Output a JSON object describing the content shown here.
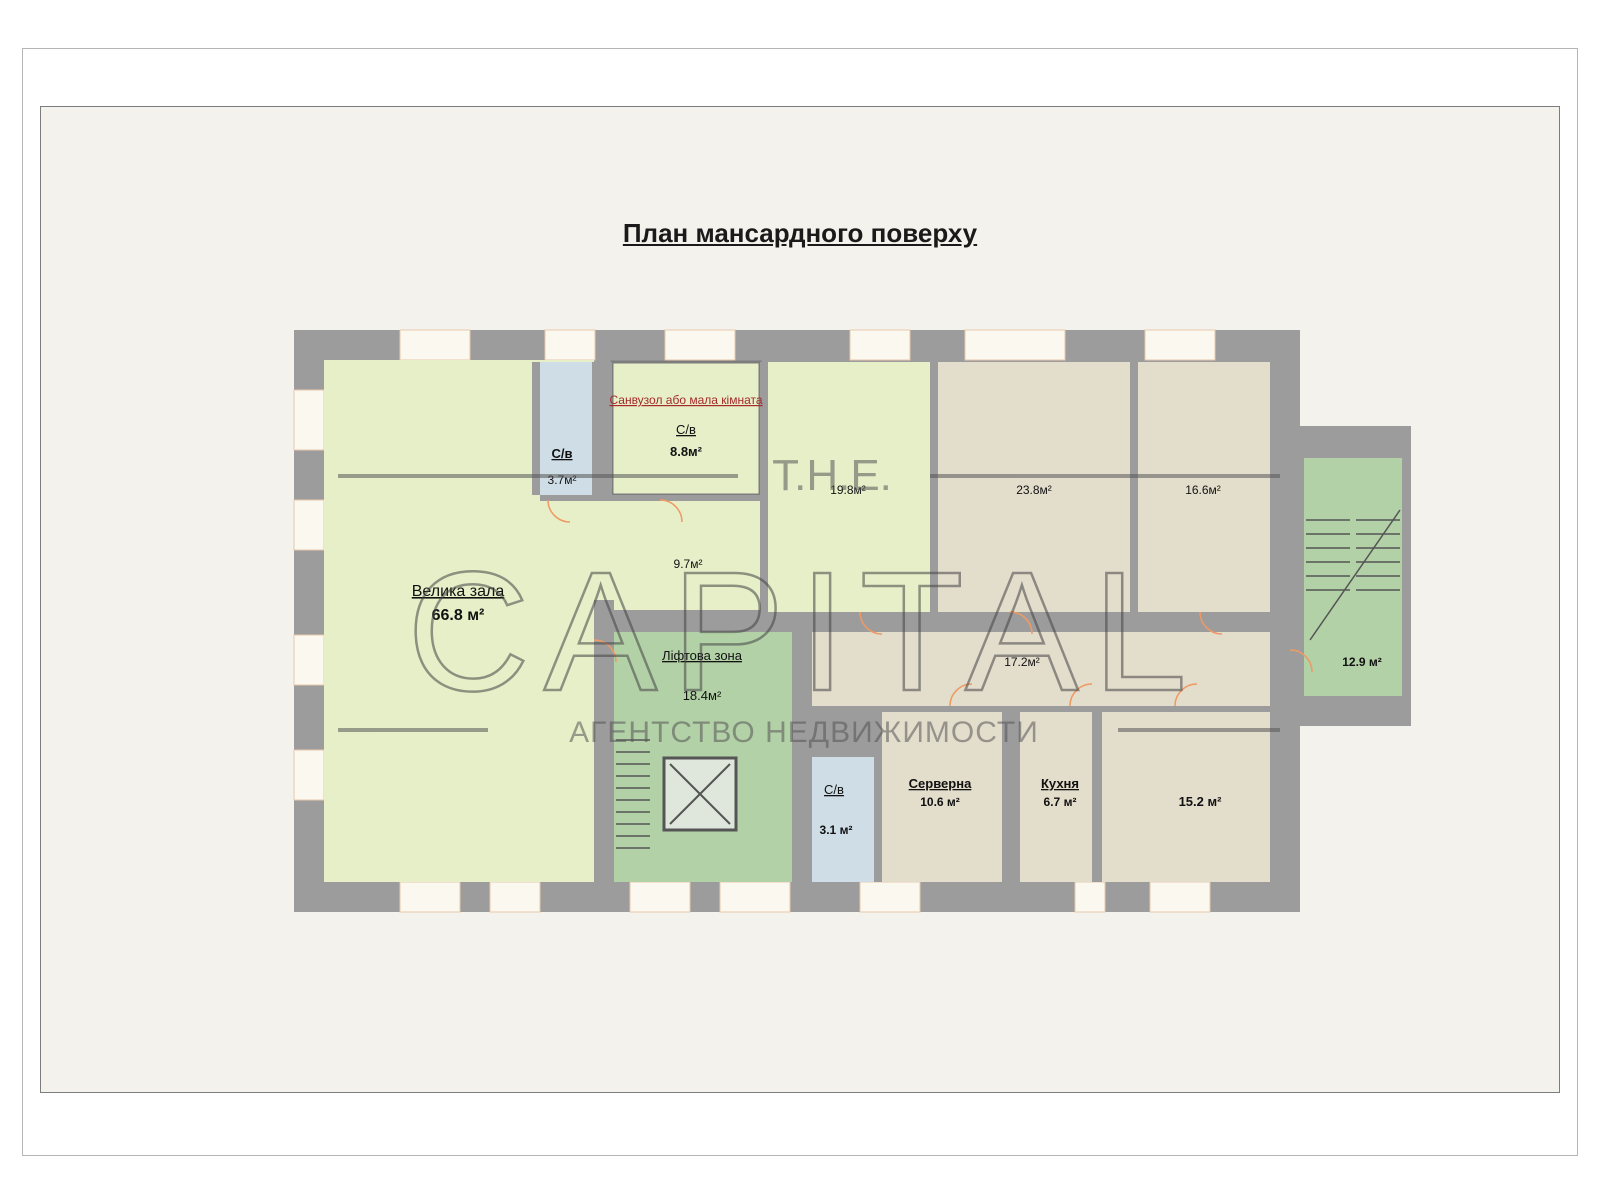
{
  "plan": {
    "title": "План мансардного поверху",
    "rooms": [
      {
        "id": "great-hall",
        "name": "Велика зала",
        "area": "66.8 м²"
      },
      {
        "id": "wc-1",
        "name": "С/в",
        "area": "3.7м²"
      },
      {
        "id": "wc-2",
        "note": "Санвузол або мала кімната",
        "name": "С/в",
        "area": "8.8м²"
      },
      {
        "id": "room-19-8",
        "area": "19.8м²"
      },
      {
        "id": "room-23-8",
        "area": "23.8м²"
      },
      {
        "id": "room-16-6",
        "area": "16.6м²"
      },
      {
        "id": "corridor-9-7",
        "area": "9.7м²"
      },
      {
        "id": "lift-zone",
        "name": "Ліфтова зона",
        "area": "18.4м²"
      },
      {
        "id": "corridor-17-2",
        "area": "17.2м²"
      },
      {
        "id": "stair-12-9",
        "area": "12.9 м²"
      },
      {
        "id": "wc-3",
        "name": "С/в",
        "area": "3.1 м²"
      },
      {
        "id": "server",
        "name": "Серверна",
        "area": "10.6 м²"
      },
      {
        "id": "kitchen",
        "name": "Кухня",
        "area": "6.7 м²"
      },
      {
        "id": "room-15-2",
        "area": "15.2 м²"
      }
    ],
    "colors": {
      "wall": "#9c9c9c",
      "green": "#e6efc8",
      "beige": "#e3ddcc",
      "blue": "#cfdde6",
      "stair": "#b3d1a6",
      "door": "#ef9a64"
    }
  },
  "watermark": {
    "top": "T.H.E.",
    "main": "CAPITAL",
    "sub": "АГЕНТСТВО НЕДВИЖИМОСТИ"
  }
}
